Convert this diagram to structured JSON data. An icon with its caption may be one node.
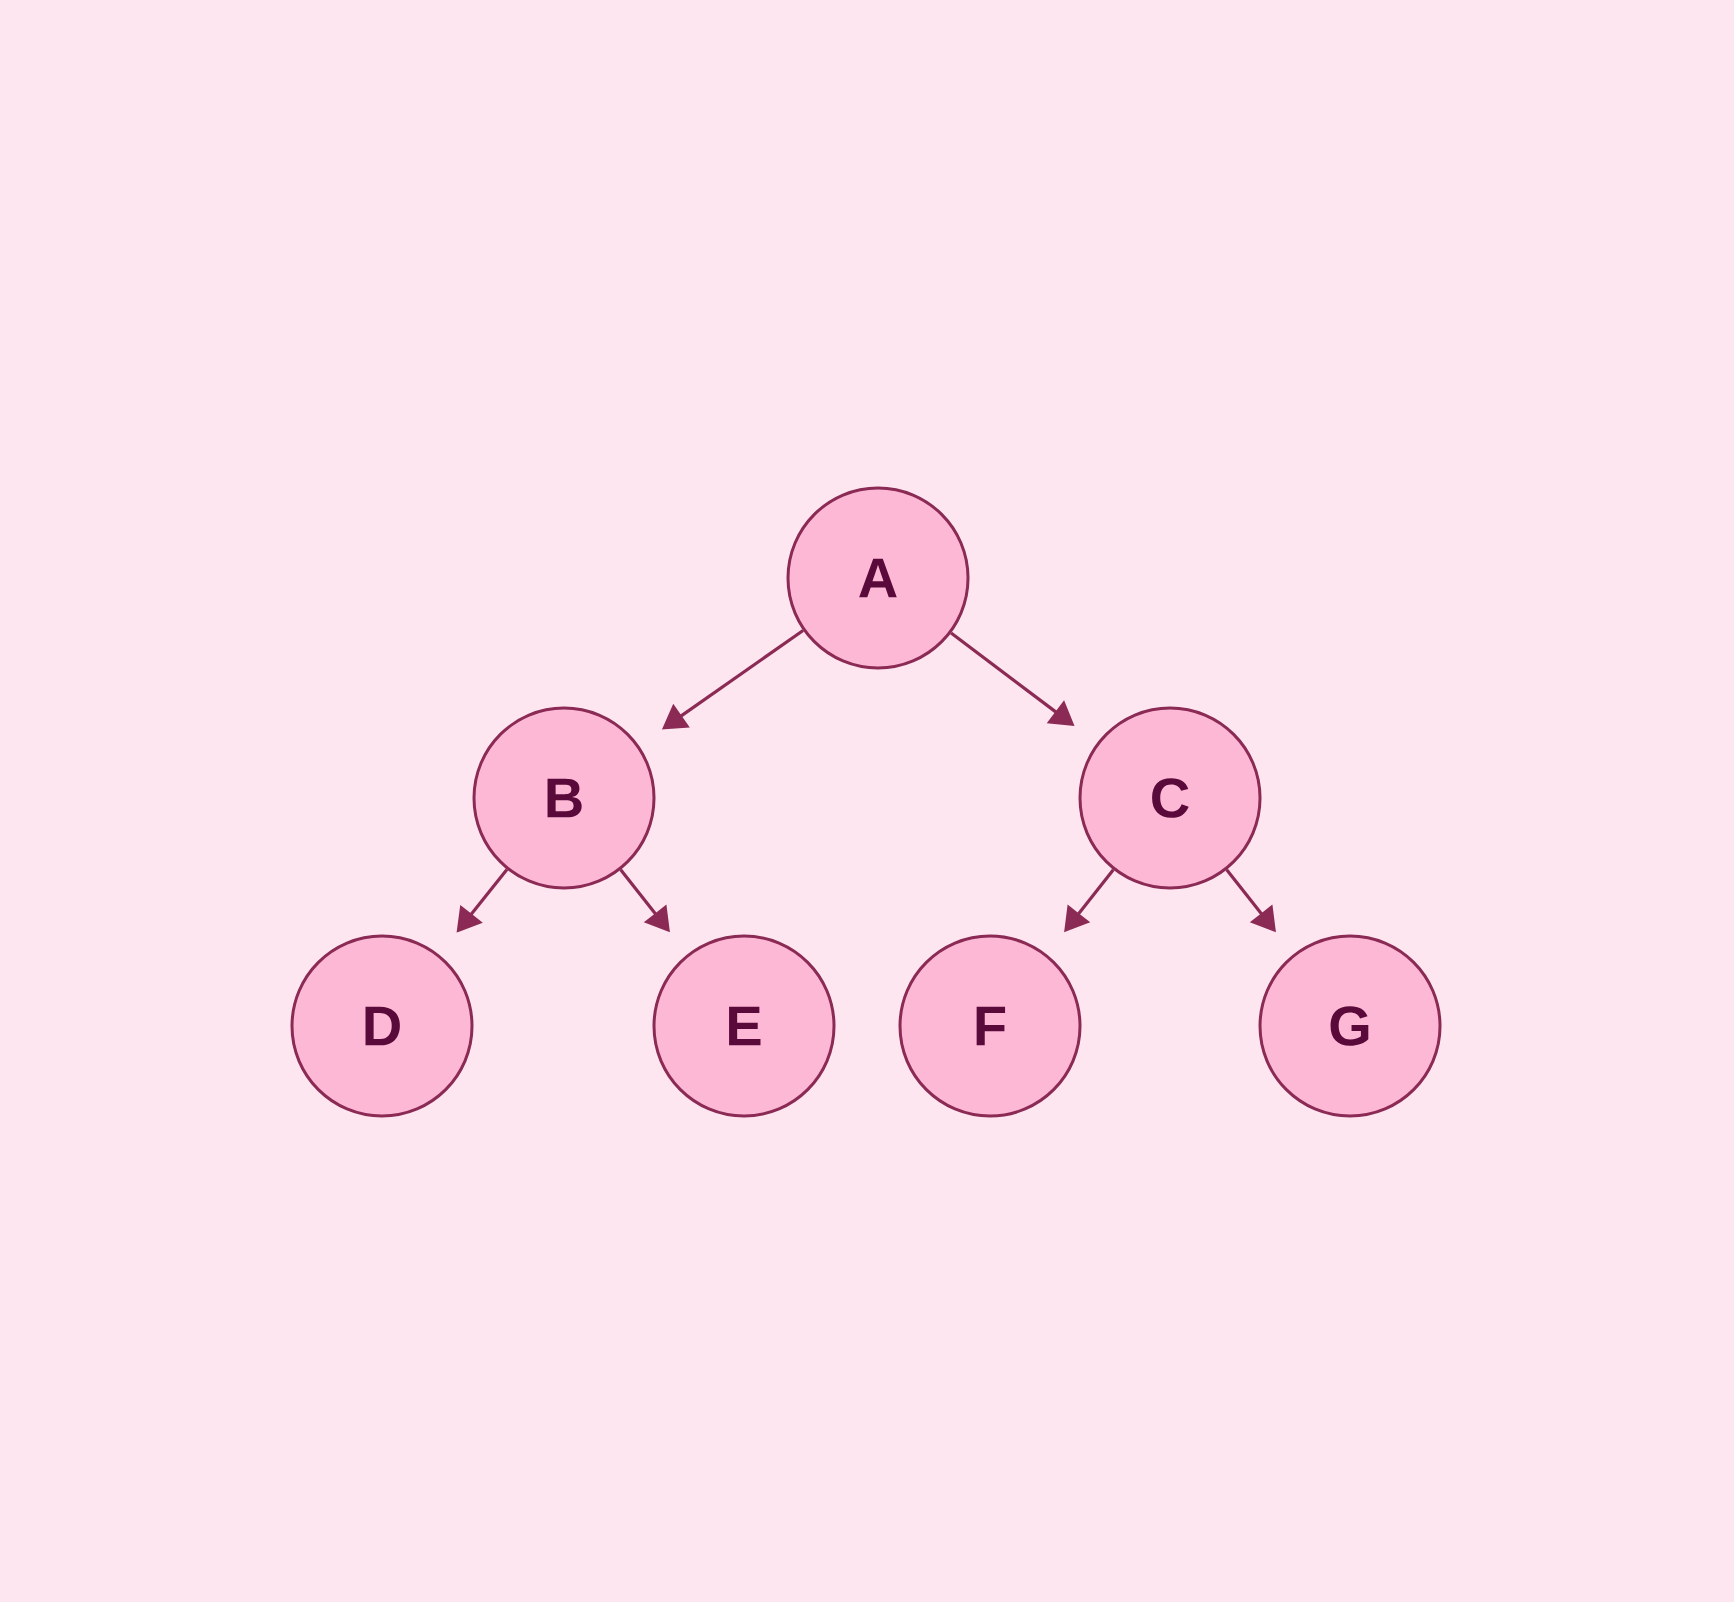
{
  "diagram": {
    "nodes": [
      {
        "text": [
          "A"
        ]
      },
      {
        "text": [
          "B"
        ]
      },
      {
        "text": [
          "C"
        ]
      },
      {
        "text": [
          "D"
        ]
      },
      {
        "text": [
          "E"
        ]
      },
      {
        "text": [
          "F"
        ]
      },
      {
        "text": [
          "G"
        ]
      }
    ],
    "edges": [
      {
        "from": 0,
        "to": 1,
        "arrow": "to"
      },
      {
        "from": 0,
        "to": 2,
        "arrow": "to"
      },
      {
        "from": 1,
        "to": 3,
        "arrow": "to"
      },
      {
        "from": 1,
        "to": 4,
        "arrow": "to"
      },
      {
        "from": 2,
        "to": 5,
        "arrow": "to"
      },
      {
        "from": 2,
        "to": 6,
        "arrow": "to"
      }
    ]
  }
}
